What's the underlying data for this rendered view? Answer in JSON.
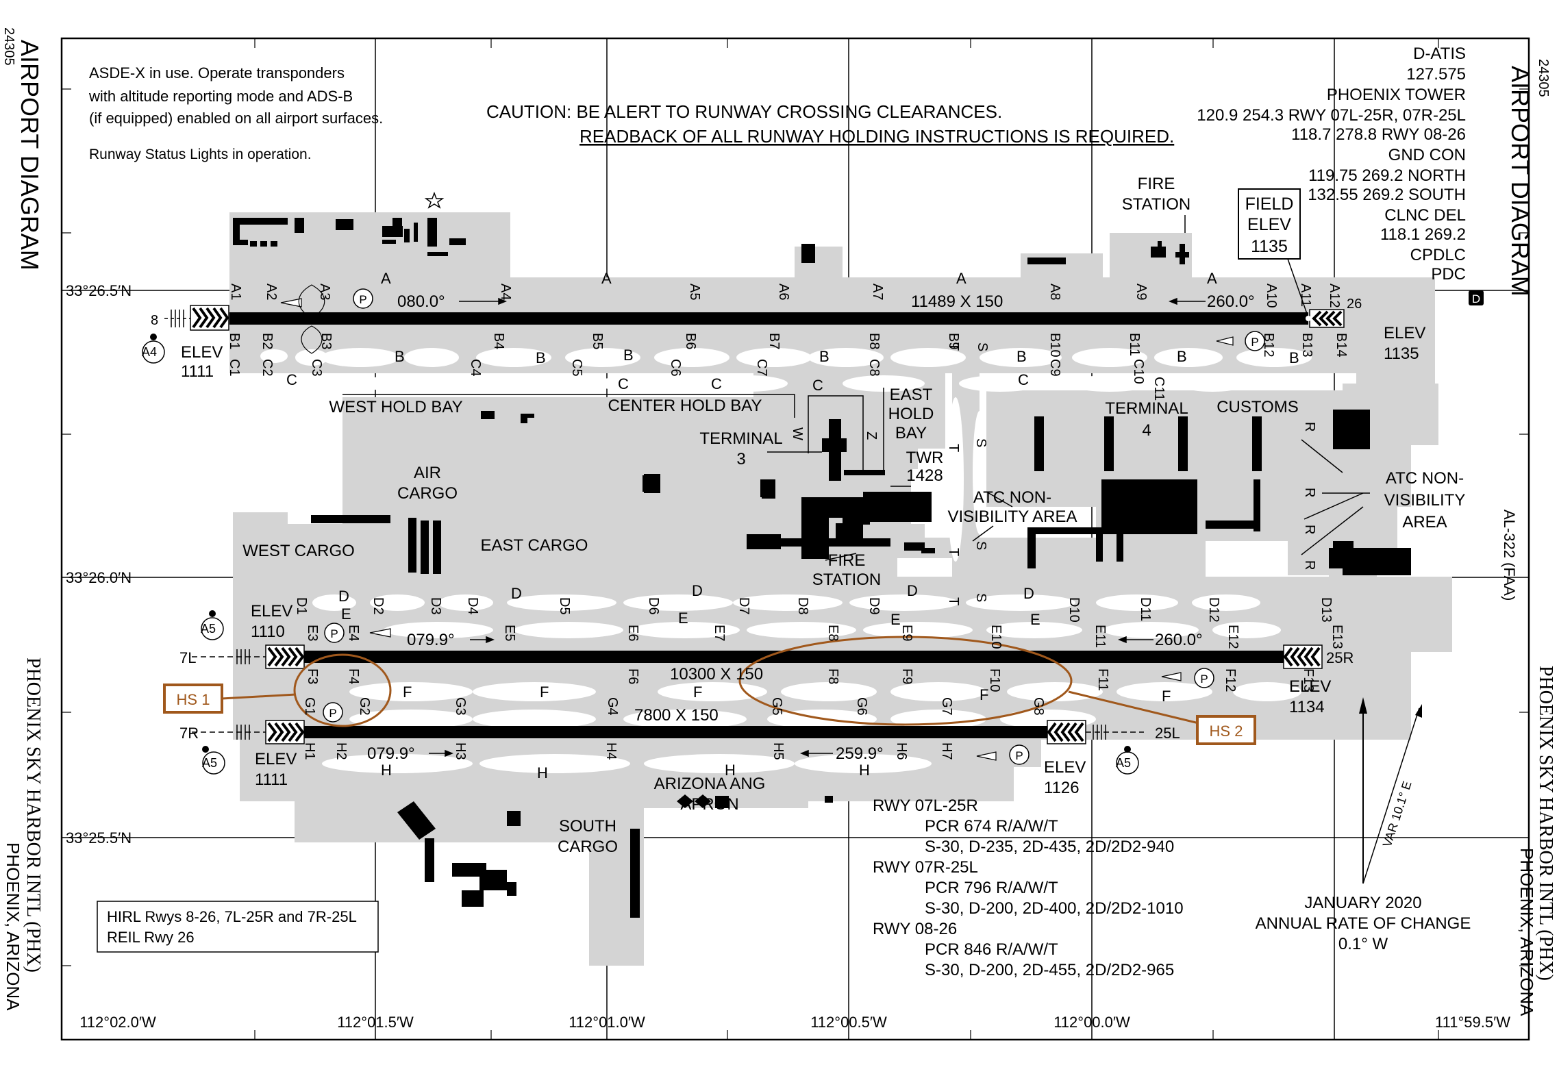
{
  "chart_number": "24305",
  "title": "AIRPORT DIAGRAM",
  "airport_name": "PHOENIX SKY HARBOR INTL (PHX)",
  "city_state": "PHOENIX, ARIZONA",
  "al_number": "AL-322 (FAA)",
  "notes": {
    "asde": [
      "ASDE-X in use. Operate transponders",
      "with altitude reporting mode and ADS-B",
      "(if equipped) enabled on all airport surfaces."
    ],
    "rwsl": "Runway Status Lights in operation.",
    "caution1": "CAUTION: BE ALERT TO RUNWAY CROSSING CLEARANCES.",
    "caution2": "READBACK OF ALL RUNWAY HOLDING INSTRUCTIONS IS REQUIRED.",
    "lighting": [
      "HIRL Rwys 8-26, 7L-25R and 7R-25L",
      "REIL Rwy 26"
    ]
  },
  "frequencies": [
    "D-ATIS",
    "127.575",
    "PHOENIX TOWER",
    "120.9  254.3  RWY 07L-25R, 07R-25L",
    "118.7  278.8  RWY 08-26",
    "GND CON",
    "119.75  269.2  NORTH",
    "132.55  269.2  SOUTH",
    "CLNC DEL",
    "118.1  269.2",
    "CPDLC",
    "PDC"
  ],
  "d_badge": "D",
  "field_elev": [
    "FIELD",
    "ELEV",
    "1135"
  ],
  "latitudes": [
    "33°26.5′N",
    "33°26.0′N",
    "33°25.5′N"
  ],
  "longitudes": [
    "112°02.0′W",
    "112°01.5′W",
    "112°01.0′W",
    "112°00.5′W",
    "112°00.0′W",
    "111°59.5′W"
  ],
  "runways": {
    "r08_26": {
      "dims": "11489 X 150",
      "hdg_w": "080.0°",
      "hdg_e": "260.0°",
      "end_w": "8",
      "end_e": "26",
      "elev_w": [
        "ELEV",
        "1111"
      ],
      "elev_e": [
        "ELEV",
        "1135"
      ]
    },
    "r07l_25r": {
      "dims": "10300 X 150",
      "hdg_w": "079.9°",
      "hdg_e": "260.0°",
      "end_w": "7L",
      "end_e": "25R",
      "elev_w": [
        "ELEV",
        "1110"
      ],
      "elev_e": [
        "ELEV",
        "1134"
      ]
    },
    "r07r_25l": {
      "dims": "7800 X 150",
      "hdg_w": "079.9°",
      "hdg_e": "259.9°",
      "end_w": "7R",
      "end_e": "25L",
      "elev_w": [
        "ELEV",
        "1111"
      ],
      "elev_e": [
        "ELEV",
        "1126"
      ]
    }
  },
  "areas": {
    "west_hold_bay": "WEST HOLD BAY",
    "center_hold_bay": "CENTER HOLD BAY",
    "east_hold_bay": [
      "EAST",
      "HOLD",
      "BAY"
    ],
    "terminal3": [
      "TERMINAL",
      "3"
    ],
    "terminal4": [
      "TERMINAL",
      "4"
    ],
    "customs": "CUSTOMS",
    "air_cargo": [
      "AIR",
      "CARGO"
    ],
    "west_cargo": "WEST CARGO",
    "east_cargo": "EAST CARGO",
    "fire_station_n": [
      "FIRE",
      "STATION"
    ],
    "fire_station_s": [
      "FIRE",
      "STATION"
    ],
    "twr": [
      "TWR",
      "1428"
    ],
    "atc_nva_w": [
      "ATC NON-",
      "VISIBILITY AREA"
    ],
    "atc_nva_e": [
      "ATC NON-",
      "VISIBILITY",
      "AREA"
    ],
    "arizona_ang": [
      "ARIZONA  ANG",
      "APRON"
    ],
    "south_cargo": [
      "SOUTH",
      "CARGO"
    ]
  },
  "hotspots": [
    "HS 1",
    "HS 2"
  ],
  "pcr": [
    "RWY 07L-25R",
    "PCR 674 R/A/W/T",
    "S-30, D-235, 2D-435, 2D/2D2-940",
    "RWY 07R-25L",
    "PCR 796 R/A/W/T",
    "S-30, D-200, 2D-400, 2D/2D2-1010",
    "RWY 08-26",
    "PCR 846 R/A/W/T",
    "S-30, D-200, 2D-455, 2D/2D2-965"
  ],
  "variation": {
    "var": "VAR 10.1° E",
    "date": "JANUARY 2020",
    "rate": "ANNUAL RATE OF CHANGE",
    "value": "0.1° W"
  },
  "taxiway_labels": {
    "row_a": [
      "A",
      "A",
      "A",
      "A"
    ],
    "a_conn": [
      "A1",
      "A2",
      "A3",
      "A4",
      "A5",
      "A6",
      "A7",
      "A8",
      "A9",
      "A10",
      "A11",
      "A12"
    ],
    "b_conn": [
      "B1",
      "B2",
      "B3",
      "B4",
      "B5",
      "B6",
      "B7",
      "B8",
      "B9",
      "B10",
      "B11",
      "B12",
      "B13",
      "B14"
    ],
    "c_conn": [
      "C1",
      "C2",
      "C3",
      "C4",
      "C5",
      "C6",
      "C7",
      "C8",
      "C9",
      "C10",
      "C11"
    ],
    "b_row": [
      "B",
      "B",
      "B",
      "B",
      "B",
      "B",
      "B"
    ],
    "c_row": [
      "C",
      "C",
      "C",
      "C",
      "C"
    ],
    "d_conn": [
      "D1",
      "D2",
      "D3",
      "D4",
      "D5",
      "D6",
      "D7",
      "D8",
      "D9",
      "D10",
      "D11",
      "D12",
      "D13"
    ],
    "d_row": [
      "D",
      "D",
      "D",
      "D",
      "D"
    ],
    "e_conn": [
      "E3",
      "E4",
      "E5",
      "E6",
      "E7",
      "E8",
      "E9",
      "E10",
      "E11",
      "E12",
      "E13"
    ],
    "e_row": [
      "E",
      "E",
      "E",
      "E"
    ],
    "f_conn": [
      "F3",
      "F4",
      "F6",
      "F8",
      "F9",
      "F10",
      "F11",
      "F12",
      "F13"
    ],
    "f_row": [
      "F",
      "F",
      "F",
      "F",
      "F"
    ],
    "g_conn": [
      "G1",
      "G2",
      "G3",
      "G4",
      "G5",
      "G6",
      "G7",
      "G8"
    ],
    "h_conn": [
      "H1",
      "H2",
      "H3",
      "H4",
      "H5",
      "H6",
      "H7"
    ],
    "h_row": [
      "H",
      "H",
      "H",
      "H"
    ],
    "s": [
      "S",
      "S",
      "S",
      "S"
    ],
    "t": [
      "T",
      "T",
      "T",
      "T"
    ],
    "r": [
      "R",
      "R",
      "R",
      "R"
    ],
    "w": "W",
    "z": "Z",
    "p": "P",
    "a4": "A4",
    "a5": "A5"
  }
}
